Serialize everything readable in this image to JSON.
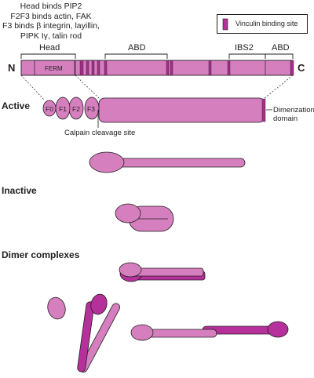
{
  "head_binding_notes": [
    "Head binds PIP2",
    "F2F3 binds actin, FAK",
    "F3 binds β integrin, layillin,",
    "PIPK Iγ, talin rod"
  ],
  "legend": {
    "label": "Vinculin binding site"
  },
  "domain_map": {
    "n_terminus": "N",
    "c_terminus": "C",
    "head_label": "Head",
    "ferm_label": "FERM",
    "abd_label_1": "ABD",
    "ibs2_label": "IBS2",
    "abd_label_2": "ABD"
  },
  "active": {
    "title": "Active",
    "subdomains": [
      "F0",
      "F1",
      "F2",
      "F3"
    ],
    "calpain_label": "Calpain cleavage site",
    "dimerization_label": "Dimerization domain"
  },
  "inactive": {
    "title": "Inactive"
  },
  "dimer": {
    "title": "Dimer complexes"
  },
  "colors": {
    "light_pink": "#d67fbf",
    "dark_magenta": "#b5309a",
    "outline": "#231f20",
    "vinculin_site": "#a62d8c"
  }
}
